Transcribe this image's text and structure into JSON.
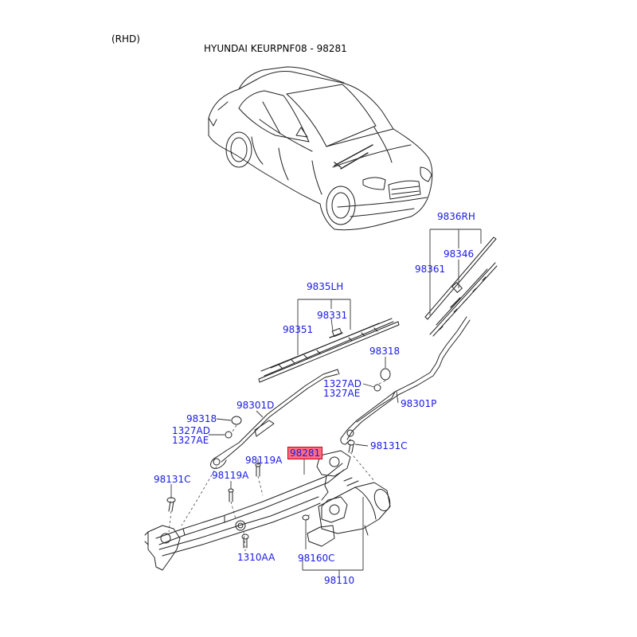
{
  "header": {
    "variant": "(RHD)",
    "title": "HYUNDAI KEURPNF08 - 98281"
  },
  "colors": {
    "label": "#1a1ae6",
    "highlight_fill": "#ff6a80",
    "highlight_border": "#c80020",
    "line": "#222222"
  },
  "parts": {
    "p9836rh": "9836RH",
    "p98346": "98346",
    "p98361": "98361",
    "p9835lh": "9835LH",
    "p98331": "98331",
    "p98351": "98351",
    "p98318_r": "98318",
    "p1327ad_r": "1327AD",
    "p1327ae_r": "1327AE",
    "p98301p": "98301P",
    "p98301d": "98301D",
    "p98318_l": "98318",
    "p1327ad_l": "1327AD",
    "p1327ae_l": "1327AE",
    "p98281": "98281",
    "p98131c_r": "98131C",
    "p98119a_1": "98119A",
    "p98119a_2": "98119A",
    "p98131c_l": "98131C",
    "p1310aa": "1310AA",
    "p98160c": "98160C",
    "p98110": "98110"
  }
}
